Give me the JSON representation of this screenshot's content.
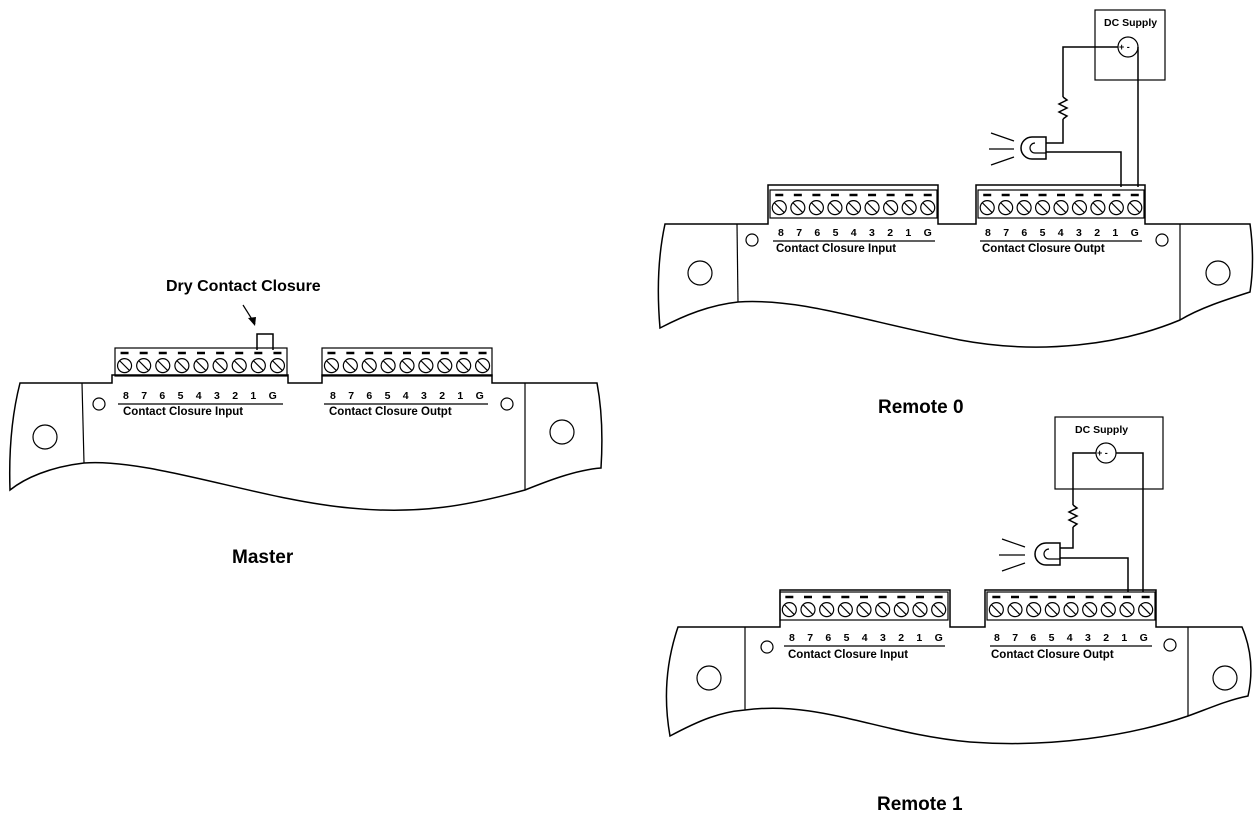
{
  "pin_labels": [
    "8",
    "7",
    "6",
    "5",
    "4",
    "3",
    "2",
    "1",
    "G"
  ],
  "input_label": "Contact Closure Input",
  "output_label": "Contact Closure Outpt",
  "dc_supply_label": "DC Supply",
  "dc_polarity": "+ -",
  "callout_label": "Dry Contact Closure",
  "units": [
    {
      "title": "Master"
    },
    {
      "title": "Remote 0"
    },
    {
      "title": "Remote 1"
    }
  ]
}
